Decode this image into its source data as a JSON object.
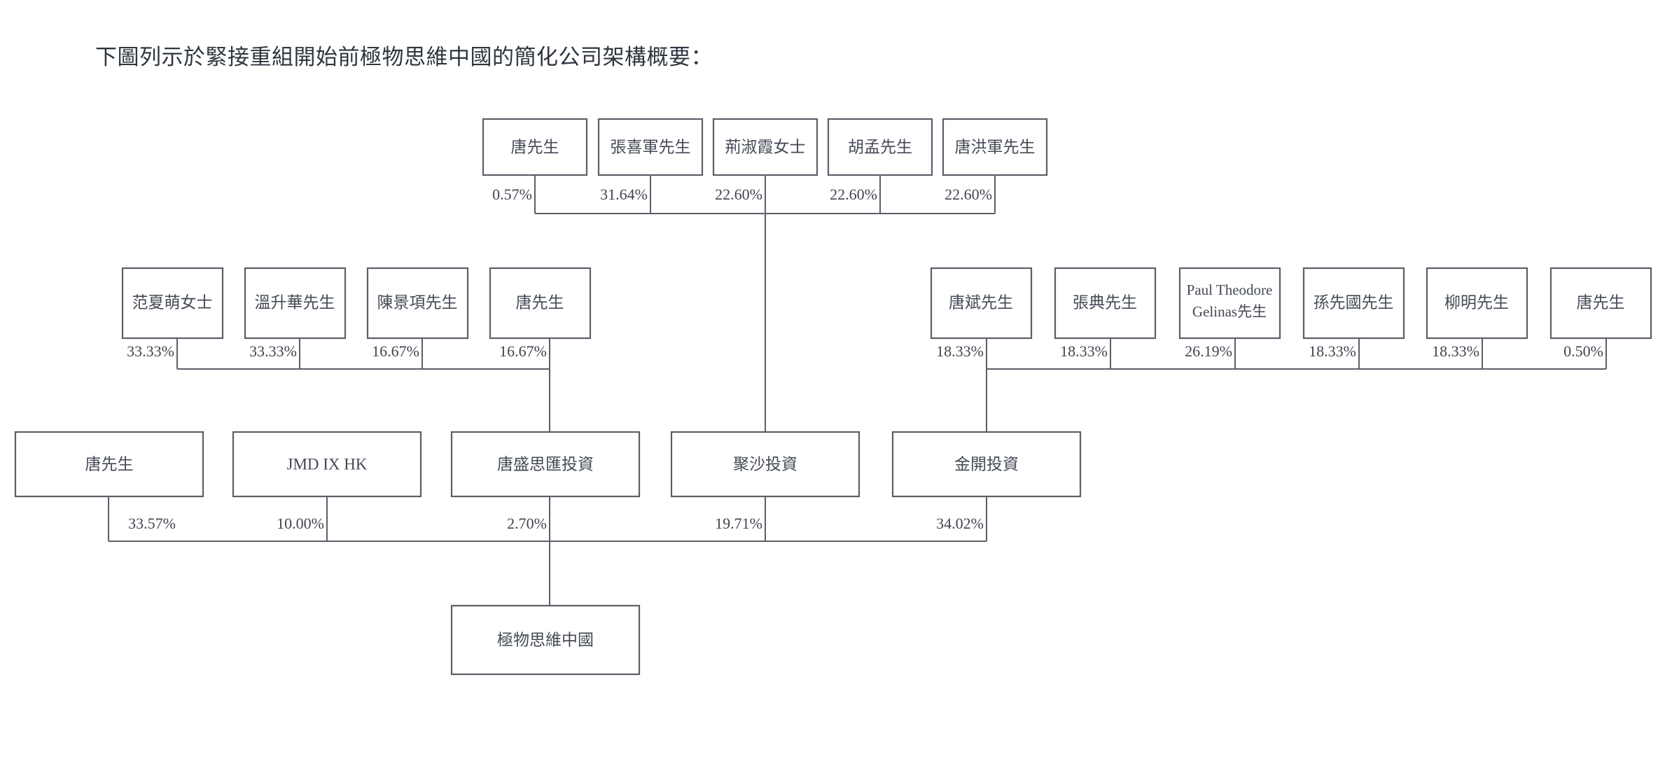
{
  "heading": "下圖列示於緊接重組開始前極物思維中國的簡化公司架構概要：",
  "colors": {
    "line": "#5a5f68",
    "text": "#444a55",
    "background": "#ffffff"
  },
  "chart_data": {
    "type": "diagram",
    "title": "下圖列示於緊接重組開始前極物思維中國的簡化公司架構概要：",
    "rows": [
      {
        "id": "row-1",
        "nodes": [
          {
            "id": "n1-1",
            "label": "唐先生",
            "percent": "0.57%"
          },
          {
            "id": "n1-2",
            "label": "張喜軍先生",
            "percent": "31.64%"
          },
          {
            "id": "n1-3",
            "label": "荊淑霞女士",
            "percent": "22.60%"
          },
          {
            "id": "n1-4",
            "label": "胡孟先生",
            "percent": "22.60%"
          },
          {
            "id": "n1-5",
            "label": "唐洪軍先生",
            "percent": "22.60%"
          }
        ]
      },
      {
        "id": "row-2-left",
        "nodes": [
          {
            "id": "n2-1",
            "label": "范夏萌女士",
            "percent": "33.33%"
          },
          {
            "id": "n2-2",
            "label": "溫升華先生",
            "percent": "33.33%"
          },
          {
            "id": "n2-3",
            "label": "陳景項先生",
            "percent": "16.67%"
          },
          {
            "id": "n2-4",
            "label": "唐先生",
            "percent": "16.67%"
          }
        ]
      },
      {
        "id": "row-2-right",
        "nodes": [
          {
            "id": "n2-5",
            "label": "唐斌先生",
            "percent": "18.33%"
          },
          {
            "id": "n2-6",
            "label": "張典先生",
            "percent": "18.33%"
          },
          {
            "id": "n2-7",
            "label": "Paul Theodore Gelinas先生",
            "label_line1": "Paul Theodore",
            "label_line2": "Gelinas先生",
            "percent": "26.19%"
          },
          {
            "id": "n2-8",
            "label": "孫先國先生",
            "percent": "18.33%"
          },
          {
            "id": "n2-9",
            "label": "柳明先生",
            "percent": "18.33%"
          },
          {
            "id": "n2-10",
            "label": "唐先生",
            "percent": "0.50%"
          }
        ]
      },
      {
        "id": "row-3",
        "nodes": [
          {
            "id": "n3-1",
            "label": "唐先生",
            "percent": "33.57%"
          },
          {
            "id": "n3-2",
            "label": "JMD IX HK",
            "percent": "10.00%"
          },
          {
            "id": "n3-3",
            "label": "唐盛思匯投資",
            "percent": "2.70%"
          },
          {
            "id": "n3-4",
            "label": "聚沙投資",
            "percent": "19.71%"
          },
          {
            "id": "n3-5",
            "label": "金開投資",
            "percent": "34.02%"
          }
        ]
      },
      {
        "id": "row-4",
        "nodes": [
          {
            "id": "n4-1",
            "label": "極物思維中國",
            "percent": ""
          }
        ]
      }
    ],
    "edges": [
      {
        "from": "n1-1",
        "to": "n3-4",
        "label": "0.57%"
      },
      {
        "from": "n1-2",
        "to": "n3-4",
        "label": "31.64%"
      },
      {
        "from": "n1-3",
        "to": "n3-4",
        "label": "22.60%"
      },
      {
        "from": "n1-4",
        "to": "n3-4",
        "label": "22.60%"
      },
      {
        "from": "n1-5",
        "to": "n3-4",
        "label": "22.60%"
      },
      {
        "from": "n2-1",
        "to": "n3-3",
        "label": "33.33%"
      },
      {
        "from": "n2-2",
        "to": "n3-3",
        "label": "33.33%"
      },
      {
        "from": "n2-3",
        "to": "n3-3",
        "label": "16.67%"
      },
      {
        "from": "n2-4",
        "to": "n3-3",
        "label": "16.67%"
      },
      {
        "from": "n2-5",
        "to": "n3-5",
        "label": "18.33%"
      },
      {
        "from": "n2-6",
        "to": "n3-5",
        "label": "18.33%"
      },
      {
        "from": "n2-7",
        "to": "n3-5",
        "label": "26.19%"
      },
      {
        "from": "n2-8",
        "to": "n3-5",
        "label": "18.33%"
      },
      {
        "from": "n2-9",
        "to": "n3-5",
        "label": "18.33%"
      },
      {
        "from": "n2-10",
        "to": "n3-5",
        "label": "0.50%"
      },
      {
        "from": "n3-1",
        "to": "n4-1",
        "label": "33.57%"
      },
      {
        "from": "n3-2",
        "to": "n4-1",
        "label": "10.00%"
      },
      {
        "from": "n3-3",
        "to": "n4-1",
        "label": "2.70%"
      },
      {
        "from": "n3-4",
        "to": "n4-1",
        "label": "19.71%"
      },
      {
        "from": "n3-5",
        "to": "n4-1",
        "label": "34.02%"
      }
    ]
  }
}
